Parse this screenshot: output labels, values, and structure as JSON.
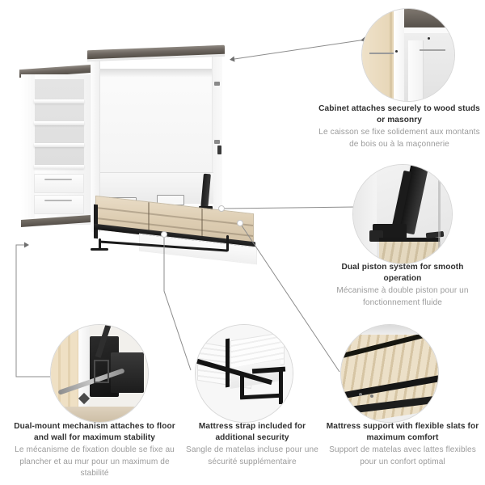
{
  "page": {
    "type": "product-feature-infographic",
    "product": "Murphy bed with storage cabinet",
    "background_color": "#ffffff",
    "headline_color": "#2f2f2f",
    "subtitle_color": "#9b9b9b",
    "connector_color": "#8c8c8c"
  },
  "product_image": {
    "alt": "Queen Murphy wall bed shown open with bookcase storage unit",
    "cabinet": {
      "body_color": "#ffffff",
      "top_cap_color": "#6e6761",
      "shelf_count": 4,
      "drawer_count": 2
    },
    "bed": {
      "slat_deck_color": "#ddcdb2",
      "frame_color": "#1a1a1a"
    }
  },
  "callouts": [
    {
      "id": "cabinet-attachment",
      "en": "Cabinet attaches securely to wood studs or masonry",
      "fr": "Le caisson se fixe solidement aux montants de bois ou à la maçonnerie",
      "inset_alt": "Close-up of cabinet side panel mounted against a wood stud wall"
    },
    {
      "id": "dual-piston",
      "en": "Dual piston system for smooth operation",
      "fr": "Mécanisme à double piston pour un fonctionnement fluide",
      "inset_alt": "Close-up of black dual gas piston mechanism inside the bed frame"
    },
    {
      "id": "dual-mount",
      "en": "Dual-mount mechanism attaches to floor and wall for maximum stability",
      "fr": "Le mécanisme de fixation double se fixe au plancher et au mur pour un maximum de stabilité",
      "inset_alt": "Close-up of metal bracket with anchor bolt fixed to floor and wall"
    },
    {
      "id": "mattress-strap",
      "en": "Mattress strap included for additional security",
      "fr": "Sangle de matelas incluse pour une sécurité supplémentaire",
      "inset_alt": "Close-up of white mattress held by a black strap on the bed frame"
    },
    {
      "id": "mattress-support",
      "en": "Mattress support with flexible slats for maximum comfort",
      "fr": "Support de matelas avec lattes flexibles pour un confort optimal",
      "inset_alt": "Close-up of light wood flexible slats on a black metal support frame"
    }
  ]
}
